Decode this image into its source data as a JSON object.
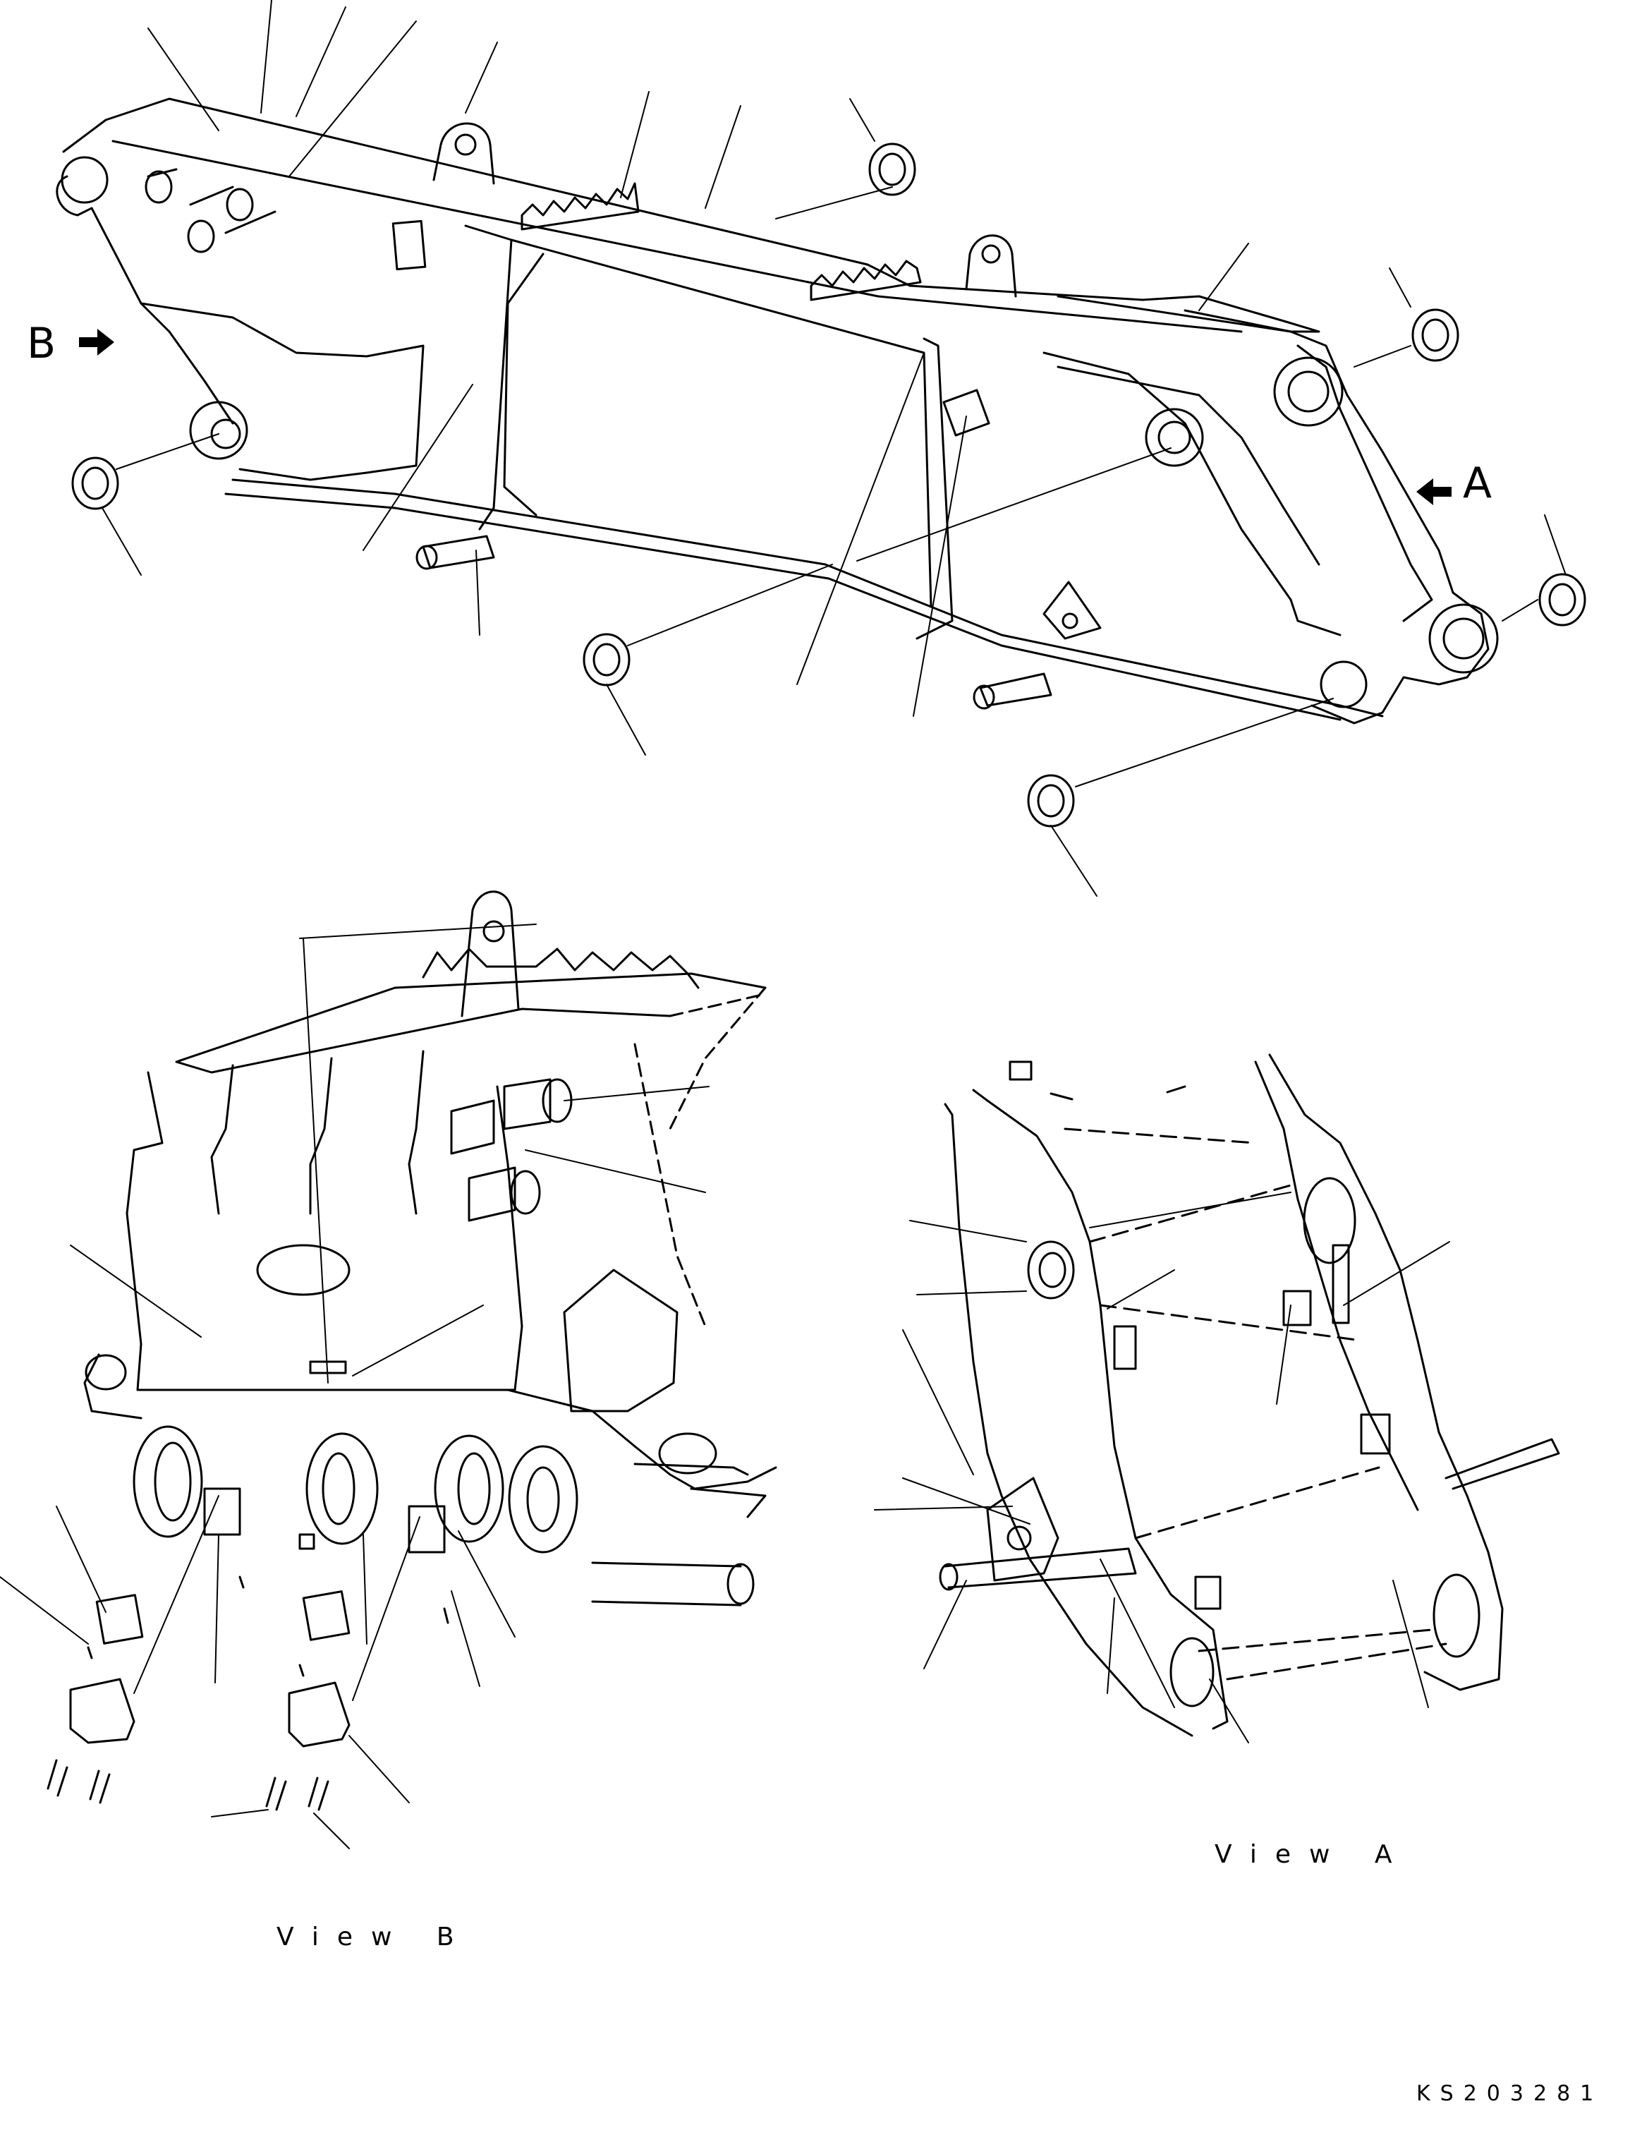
{
  "view_markers": {
    "a": "A",
    "b": "B"
  },
  "captions": {
    "view_a": "View A",
    "view_b": "View B"
  },
  "drawing_code": "KS203281",
  "colors": {
    "line": "#000000",
    "hidden": "#000000",
    "background": "#ffffff"
  },
  "icons": {
    "view_arrow": "arrow-right-icon / arrow-left-icon"
  }
}
